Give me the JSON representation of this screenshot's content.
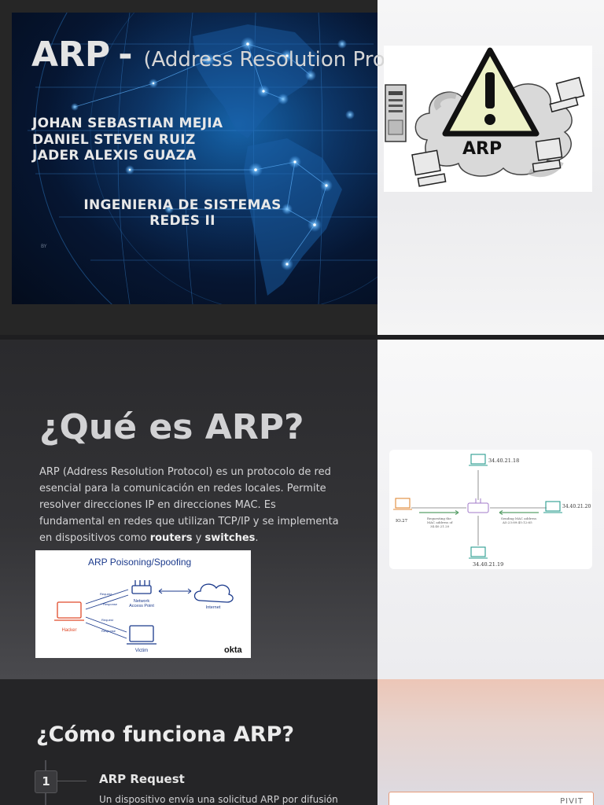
{
  "slide1": {
    "title_main": "ARP",
    "title_dash": "-",
    "title_sub": "(Address Resolution Protocol)",
    "authors": [
      "JOHAN SEBASTIAN MEJIA",
      "DANIEL STEVEN RUIZ",
      "JADER ALEXIS GUAZA"
    ],
    "course": [
      "INGENIERIA DE SISTEMAS",
      "REDES II"
    ],
    "tiny_text": "BY",
    "arp_illustration_label": "ARP"
  },
  "slide2": {
    "title": "¿Qué es ARP?",
    "body_intro": "ARP (Address Resolution Protocol) es un protocolo de red esencial para la comunicación en redes locales. Permite resolver direcciones IP en direcciones MAC. Es fundamental en redes que utilizan TCP/IP y se implementa en dispositivos como ",
    "body_bold1": "routers",
    "body_mid": " y ",
    "body_bold2": "switches",
    "body_end": ".",
    "spoof_diagram": {
      "title": "ARP Poisoning/Spoofing",
      "router_label_1": "Network",
      "router_label_2": "Access Point",
      "internet_label": "Internet",
      "hacker_label": "Hacker",
      "victim_label": "Victim",
      "brand": "okta",
      "arrow_labels": [
        "Request",
        "Response",
        "Request",
        "Response"
      ]
    },
    "network_diagram": {
      "top_ip": "34.40.21.18",
      "left_ip": "IO.27",
      "right_ip": "34.40.21.20",
      "bottom_ip": "34.40.21.19",
      "left_caption": [
        "Requesting the",
        "MAC address of",
        "34.40.21.20"
      ],
      "right_caption": [
        "Sending MAC address",
        "A5:23:89:45:12:65"
      ]
    }
  },
  "slide3": {
    "title": "¿Cómo funciona ARP?",
    "step_number": "1",
    "step_title": "ARP Request",
    "step_desc": "Un dispositivo envía una solicitud ARP por difusión",
    "card_brand": "PIVIT"
  },
  "colors": {
    "spoof_title": "#1b3a8c",
    "hacker": "#e04a2a",
    "victim": "#1b3a8c",
    "caution_fill": "#eef2c8",
    "arp_green": "#5aa06a",
    "net_teal": "#2a9d8f"
  }
}
